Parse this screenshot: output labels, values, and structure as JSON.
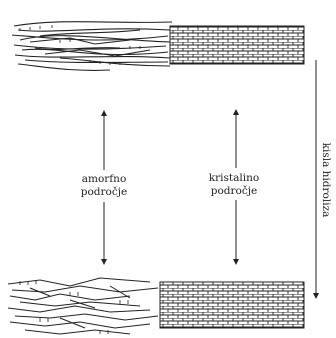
{
  "labels": {
    "amorphous_line1": "amorfno",
    "amorphous_line2": "področje",
    "crystalline_line1": "kristalino",
    "crystalline_line2": "področje",
    "process": "kisla hidroliza"
  },
  "colors": {
    "ink": "#222222",
    "background": "#ffffff"
  }
}
